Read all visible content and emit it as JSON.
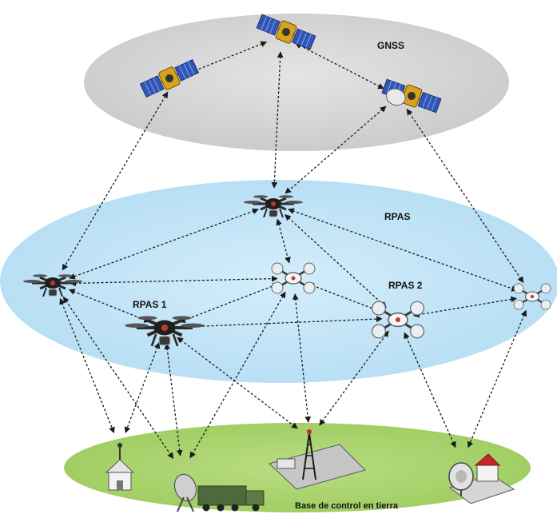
{
  "labels": {
    "gnss": "GNSS",
    "rpas": "RPAS",
    "rpas1": "RPAS 1",
    "rpas2": "RPAS 2",
    "ground": "Base de control en tierra"
  },
  "colors": {
    "gnss_layer": "#d6d6d6",
    "rpas_layer": "#bfe3f6",
    "ground_layer": "#a9d46e",
    "link": "#1a1a1a",
    "drone_dark": "#2b2b2b",
    "drone_light": "#e9eef2",
    "solar_panel": "#2f56b8",
    "satellite_gold": "#d9a21b",
    "roof_red": "#c8262b",
    "truck_green": "#4f6a3a"
  },
  "nodes": {
    "satellites": [
      {
        "id": "sat-left",
        "icon": "satellite-icon"
      },
      {
        "id": "sat-top",
        "icon": "satellite-icon"
      },
      {
        "id": "sat-right",
        "icon": "satellite-icon"
      }
    ],
    "drones": [
      {
        "id": "drone-top",
        "icon": "dark-drone-icon"
      },
      {
        "id": "drone-left",
        "icon": "dark-drone-icon"
      },
      {
        "id": "drone-center",
        "icon": "light-drone-icon"
      },
      {
        "id": "drone-rpas1",
        "icon": "dark-drone-icon"
      },
      {
        "id": "drone-rpas2",
        "icon": "light-drone-icon"
      },
      {
        "id": "drone-right",
        "icon": "light-drone-icon"
      }
    ],
    "ground_stations": [
      {
        "id": "building-left",
        "icon": "chapel-icon"
      },
      {
        "id": "radar-truck",
        "icon": "radar-truck-icon"
      },
      {
        "id": "tower-base",
        "icon": "antenna-tower-icon"
      },
      {
        "id": "dish-house",
        "icon": "satellite-dish-icon"
      }
    ]
  },
  "links": [
    [
      "sat-left",
      "sat-top"
    ],
    [
      "sat-top",
      "sat-right"
    ],
    [
      "sat-left",
      "drone-left"
    ],
    [
      "sat-top",
      "drone-top"
    ],
    [
      "sat-right",
      "drone-top"
    ],
    [
      "sat-right",
      "drone-right"
    ],
    [
      "drone-top",
      "drone-left"
    ],
    [
      "drone-top",
      "drone-center"
    ],
    [
      "drone-top",
      "drone-rpas2"
    ],
    [
      "drone-top",
      "drone-right"
    ],
    [
      "drone-left",
      "drone-center"
    ],
    [
      "drone-left",
      "drone-rpas1"
    ],
    [
      "drone-rpas1",
      "drone-center"
    ],
    [
      "drone-rpas1",
      "drone-rpas2"
    ],
    [
      "drone-center",
      "drone-rpas2"
    ],
    [
      "drone-rpas2",
      "drone-right"
    ],
    [
      "drone-left",
      "building-left"
    ],
    [
      "drone-left",
      "radar-truck"
    ],
    [
      "drone-rpas1",
      "building-left"
    ],
    [
      "drone-rpas1",
      "radar-truck"
    ],
    [
      "drone-rpas1",
      "tower-base"
    ],
    [
      "drone-center",
      "radar-truck"
    ],
    [
      "drone-center",
      "tower-base"
    ],
    [
      "drone-rpas2",
      "tower-base"
    ],
    [
      "drone-rpas2",
      "dish-house"
    ],
    [
      "drone-right",
      "dish-house"
    ]
  ]
}
